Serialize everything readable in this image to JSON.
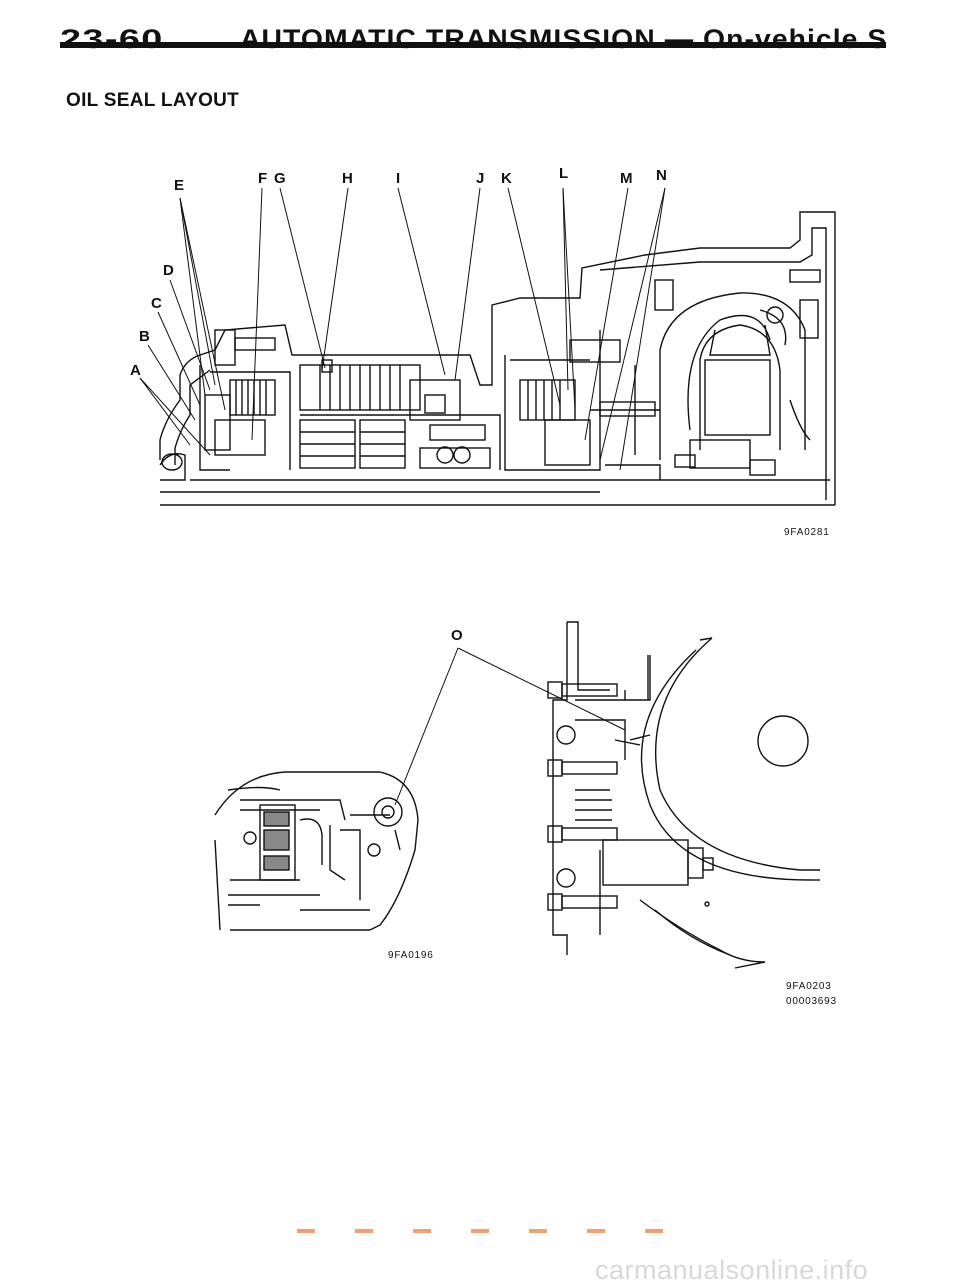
{
  "header": {
    "page_number": "23-60",
    "title": "AUTOMATIC TRANSMISSION — On-vehicle Service"
  },
  "section_title": "OIL SEAL LAYOUT",
  "callouts_top": [
    "E",
    "F",
    "G",
    "H",
    "I",
    "J",
    "K",
    "L",
    "M",
    "N",
    "D",
    "C",
    "B",
    "A"
  ],
  "callout_bottom": "O",
  "figure_codes": {
    "top": "9FA0281",
    "bottom_left": "9FA0196",
    "bottom_right": "9FA0203",
    "doc_id": "00003693"
  },
  "footer_watermark": "carmanualsonline.info"
}
